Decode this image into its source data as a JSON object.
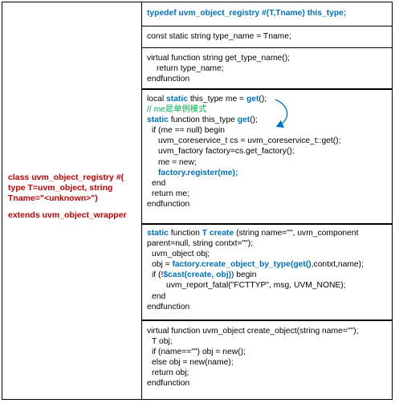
{
  "left_label": {
    "line1": "class uvm_object_registry #(",
    "line2": "type T=uvm_object, string",
    "line3": "Tname=\"<unknown>\")",
    "line4": "extends uvm_object_wrapper"
  },
  "cells": {
    "c1": {
      "l1": "typedef uvm_object_registry #(T,Tname) this_type;"
    },
    "c2": {
      "l1": "const static string type_name = Tname;"
    },
    "c3": {
      "l1": "virtual function string get_type_name();",
      "l2": "return type_name;",
      "l3": "endfunction"
    },
    "c4": {
      "l1a": "local ",
      "l1b": "static",
      "l1c": " this_type me = ",
      "l1d": "get",
      "l1e": "();",
      "l2": "// me是单例模式",
      "l3a": "static",
      "l3b": " function this_type ",
      "l3c": "get",
      "l3d": "();",
      "l4": "if (me == null) begin",
      "l5": "uvm_coreservice_t cs = uvm_coreservice_t::get();",
      "l6": "uvm_factory factory=cs.get_factory();",
      "l7": "me = new;",
      "l8": "factory.register(me);",
      "l9": "end",
      "l10": "return me;",
      "l11": "endfunction"
    },
    "c5": {
      "l1a": "static",
      "l1b": " function ",
      "l1c": "T create",
      "l1d": " (string name=\"\", uvm_component",
      "l2": "parent=null, string contxt=\"\");",
      "l3": "uvm_object obj;",
      "l4a": "obj = ",
      "l4b": "factory.create_object_by_type(get()",
      "l4c": ",contxt,name);",
      "l5a": "if (!",
      "l5b": "$cast(create, obj)",
      "l5c": ") begin",
      "l6": "uvm_report_fatal(\"FCTTYP\", msg, UVM_NONE);",
      "l7": "end",
      "l8": "endfunction"
    },
    "c6": {
      "l1": "virtual function uvm_object create_object(string name=\"\");",
      "l2": "T obj;",
      "l3": "if (name==\"\") obj = new();",
      "l4": "else obj = new(name);",
      "l5": "return obj;",
      "l6": "endfunction"
    }
  },
  "colors": {
    "keyword": "#0070c0",
    "comment": "#00b050",
    "emphasis": "#c00000",
    "border": "#000000"
  }
}
